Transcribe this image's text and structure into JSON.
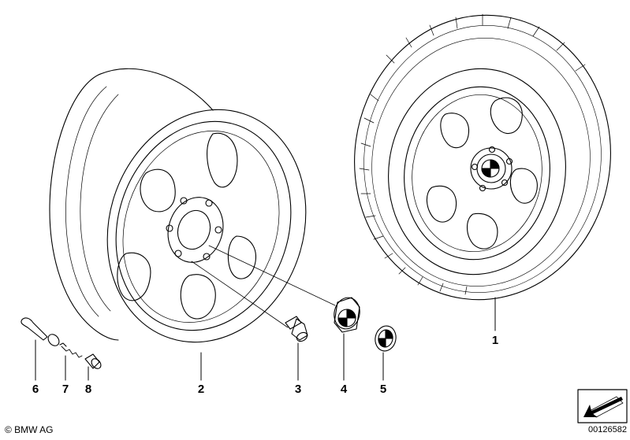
{
  "diagram": {
    "callouts": [
      {
        "id": "1",
        "label": "1"
      },
      {
        "id": "2",
        "label": "2"
      },
      {
        "id": "3",
        "label": "3"
      },
      {
        "id": "4",
        "label": "4"
      },
      {
        "id": "5",
        "label": "5"
      },
      {
        "id": "6",
        "label": "6"
      },
      {
        "id": "7",
        "label": "7"
      },
      {
        "id": "8",
        "label": "8"
      }
    ],
    "copyright": "© BMW AG",
    "document_number": "00126582"
  }
}
